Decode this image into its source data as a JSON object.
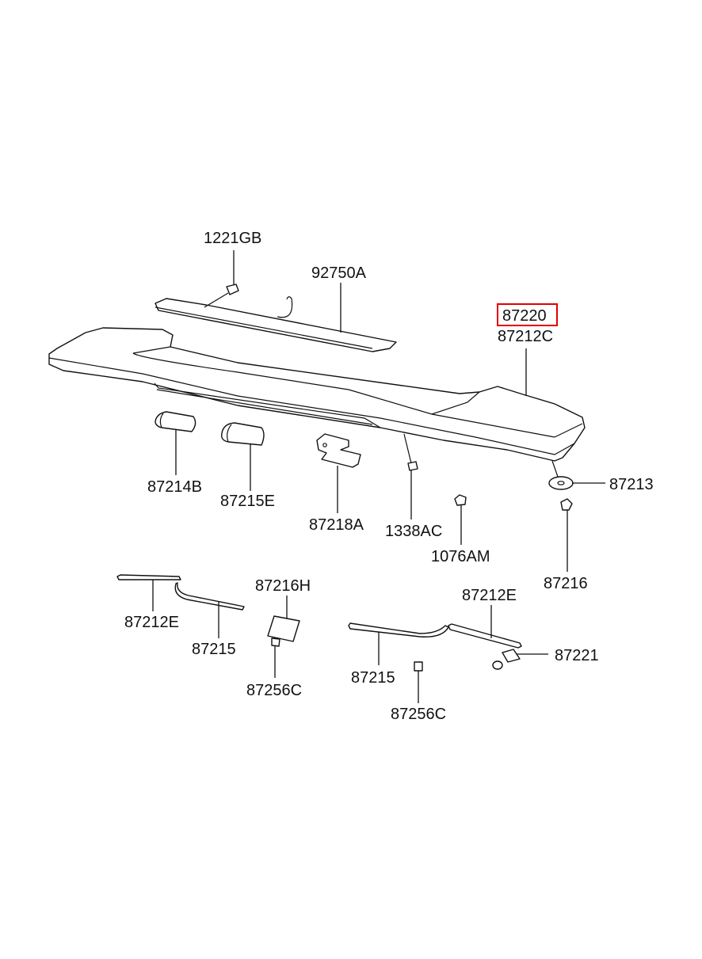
{
  "diagram": {
    "highlight_color": "#e00000",
    "labels": {
      "bolt_1221GB": "1221GB",
      "lamp_92750A": "92750A",
      "part_87220": "87220",
      "part_87212C": "87212C",
      "part_87214B": "87214B",
      "part_87215E": "87215E",
      "part_87218A": "87218A",
      "nut_1338AC": "1338AC",
      "clip_1076AM": "1076AM",
      "washer_87213": "87213",
      "grommet_87216": "87216",
      "strip_87212E_left": "87212E",
      "strip_87215_left": "87215",
      "pad_87216H": "87216H",
      "clip_87256C_left": "87256C",
      "strip_87215_right": "87215",
      "clip_87256C_right": "87256C",
      "strip_87212E_right": "87212E",
      "pad_87221": "87221"
    }
  }
}
